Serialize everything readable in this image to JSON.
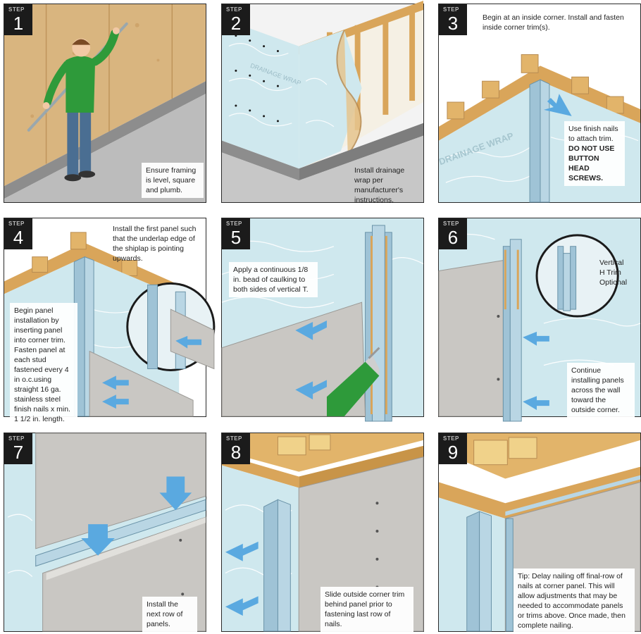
{
  "steps": [
    {
      "label": "STEP",
      "number": "1",
      "caption": "Ensure framing is level, square and plumb."
    },
    {
      "label": "STEP",
      "number": "2",
      "caption": "Install drainage wrap per manufacturer's instructions.",
      "wrap_text": "DRAINAGE WRAP"
    },
    {
      "label": "STEP",
      "number": "3",
      "caption": "Begin at an inside corner. Install and fasten inside corner trim(s).",
      "note": "Use finish nails to attach trim.",
      "warning": "DO NOT USE BUTTON HEAD SCREWS.",
      "wrap_text": "DRAINAGE WRAP"
    },
    {
      "label": "STEP",
      "number": "4",
      "caption": "Install the first panel such that the underlap edge of the shiplap is pointing upwards.",
      "side_caption": "Begin panel installation by inserting panel into corner trim. Fasten panel at each stud fastened every 4 in o.c.using straight 16 ga. stainless steel finish nails x min. 1 1/2 in. length."
    },
    {
      "label": "STEP",
      "number": "5",
      "caption": "Apply a continuous 1/8 in. bead of caulking to both sides of vertical T."
    },
    {
      "label": "STEP",
      "number": "6",
      "caption": "Continue installing panels across the wall toward the outside corner.",
      "inset_caption": "Vertical H Trim Optional"
    },
    {
      "label": "STEP",
      "number": "7",
      "caption": "Install the next row of panels."
    },
    {
      "label": "STEP",
      "number": "8",
      "caption": "Slide outside corner trim behind panel prior to fastening last row of nails."
    },
    {
      "label": "STEP",
      "number": "9",
      "caption": "Tip: Delay nailing off final-row of nails at corner panel. This will allow adjustments that may be needed to accommodate panels or trims above. Once made, then complete nailing."
    }
  ],
  "colors": {
    "wrap": "#cfe8ee",
    "wrap_line": "#ffffff",
    "osb": "#d9b57f",
    "osb_dark": "#b88c52",
    "panel": "#c9c7c3",
    "panel_edge": "#9a9894",
    "trim": "#9fc3d6",
    "arrow": "#5aa9e0",
    "wood": "#d9a55a",
    "shirt": "#2e9a3a",
    "pants": "#4a6e92"
  }
}
